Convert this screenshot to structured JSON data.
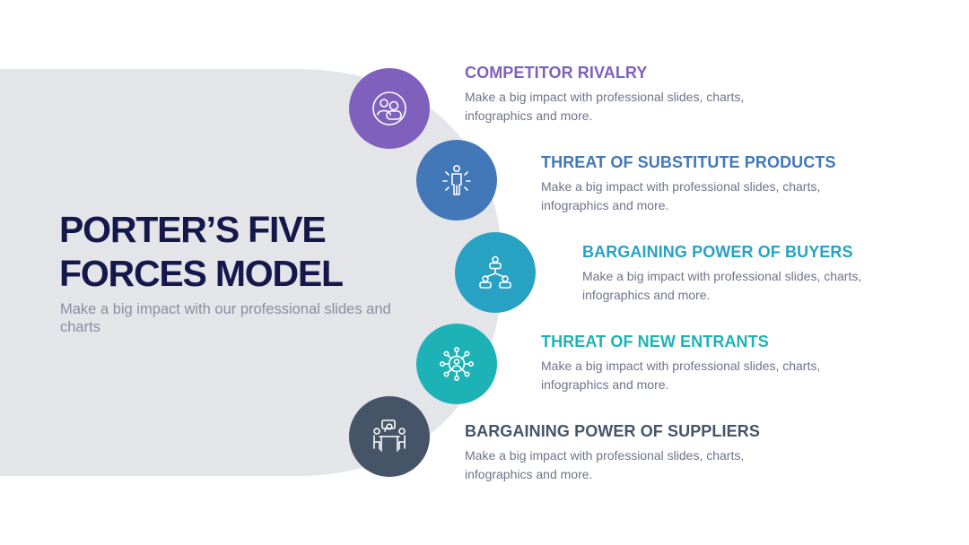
{
  "slide": {
    "title_line1": "PORTER’S FIVE",
    "title_line2": "FORCES MODEL",
    "subtitle": "Make a big impact with our professional slides and charts",
    "colors": {
      "title": "#15184b",
      "subtitle": "#8a8ea0",
      "background_shape": "#e4e5e9",
      "description": "#6f7389"
    }
  },
  "forces": [
    {
      "heading": "COMPETITOR RIVALRY",
      "description": "Make a big impact with professional slides, charts, infographics and more.",
      "color": "#7f61bd",
      "icon": "rivalry-people-icon"
    },
    {
      "heading": "THREAT OF SUBSTITUTE PRODUCTS",
      "description": "Make a big impact with professional slides, charts, infographics and more.",
      "color": "#4277b8",
      "icon": "person-radiating-icon"
    },
    {
      "heading": "BARGAINING POWER OF BUYERS",
      "description": "Make a big impact with professional slides, charts, infographics and more.",
      "color": "#28a2c3",
      "icon": "buyer-network-icon"
    },
    {
      "heading": "THREAT OF NEW ENTRANTS",
      "description": "Make a big impact with professional slides, charts, infographics and more.",
      "color": "#1db3b6",
      "icon": "hub-network-icon"
    },
    {
      "heading": "BARGAINING POWER OF SUPPLIERS",
      "description": "Make a big impact with professional slides, charts, infographics and more.",
      "color": "#465468",
      "icon": "negotiation-table-icon"
    }
  ]
}
